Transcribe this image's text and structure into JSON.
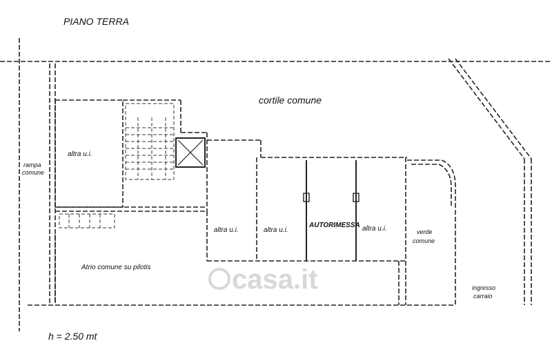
{
  "title": "PIANO TERRA",
  "height_note": "h = 2.50 mt",
  "rooms": {
    "cortile": "cortile comune",
    "rampa_line1": "rampa",
    "rampa_line2": "comune",
    "altra_ui_left": "altra u.i.",
    "altra_ui_mid1": "altra u.i.",
    "altra_ui_mid2": "altra u.i.",
    "autorimessa": "AUTORIMESSA",
    "altra_ui_right": "altra u.i.",
    "verde_line1": "verde",
    "verde_line2": "comune",
    "atrio": "Atrio comune su pilotis",
    "ingresso_line1": "ingresso",
    "ingresso_line2": "carraio"
  },
  "watermark": "casa.it"
}
